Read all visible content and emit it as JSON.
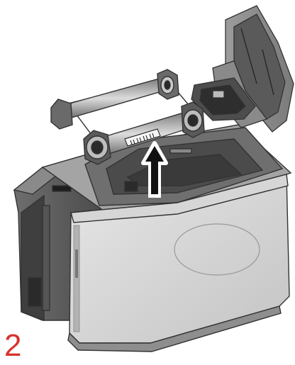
{
  "step": {
    "number": "2"
  },
  "colors": {
    "step_number": "#d8332b",
    "body_gray": "#bfbfbf",
    "dark_gray": "#5a5a5a",
    "outline": "#3a3a3a"
  },
  "icons": {
    "printer": "card-printer-illustration",
    "ribbon": "ribbon-cassette",
    "arrow": "up-arrow"
  }
}
